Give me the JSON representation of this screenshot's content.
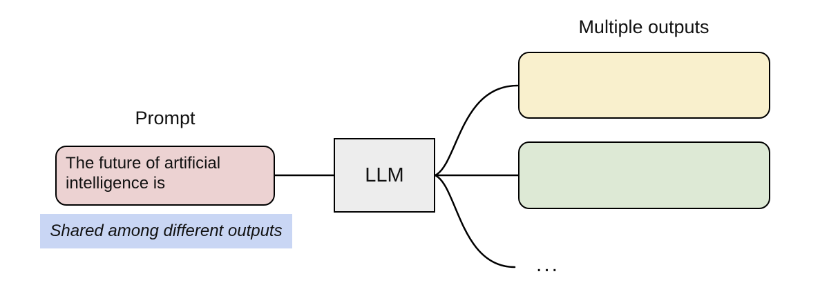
{
  "diagram": {
    "prompt": {
      "label": "Prompt",
      "box_text": "The future of artificial intelligence is",
      "note": "Shared among different outputs"
    },
    "llm": {
      "label": "LLM"
    },
    "outputs": {
      "label": "Multiple outputs",
      "ellipsis": "..."
    },
    "colors": {
      "prompt_fill": "#ECD2D2",
      "note_fill": "#C9D6F4",
      "llm_fill": "#EDEDED",
      "output_top_fill": "#F9F0CD",
      "output_middle_fill": "#DDE9D5",
      "stroke": "#000000"
    }
  }
}
